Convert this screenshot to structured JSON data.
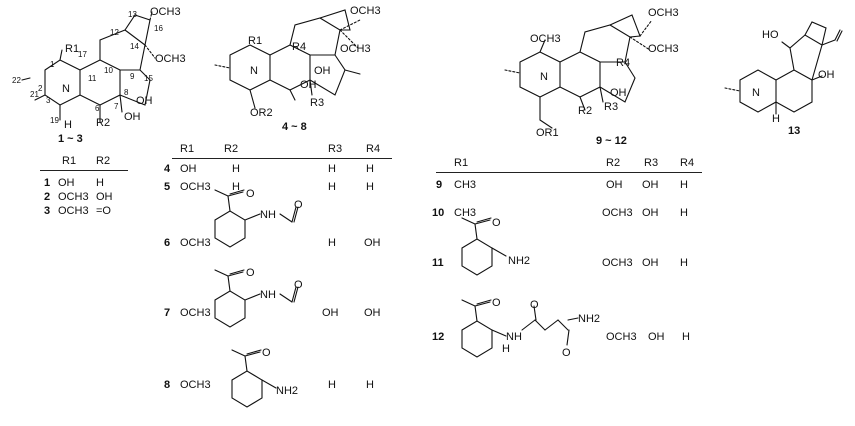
{
  "structures": [
    {
      "id": "s1",
      "label": "1 ~ 3",
      "atoms": {
        "r1": "R1",
        "n": "N",
        "methoxy_top": "OCH3",
        "methoxy_mid": "OCH3",
        "oh_a": "OH",
        "oh_b": "OH",
        "r2": "R2",
        "h": "H",
        "n1": "1",
        "n2": "2",
        "n3": "3",
        "n6": "6",
        "n7": "7",
        "n8": "8",
        "n9": "9",
        "n10": "10",
        "n11": "11",
        "n12": "12",
        "n13": "13",
        "n14": "14",
        "n15": "15",
        "n16": "16",
        "n17": "17",
        "n19": "19",
        "n21": "21",
        "n22": "22"
      }
    },
    {
      "id": "s2",
      "label": "4 ~ 8",
      "atoms": {
        "r1": "R1",
        "r4": "R4",
        "n": "N",
        "methoxy_top": "OCH3",
        "methoxy_mid": "OCH3",
        "oh_a": "OH",
        "oh_b": "OH",
        "or2": "OR2",
        "r3": "R3"
      }
    },
    {
      "id": "s3",
      "label": "9 ~ 12",
      "atoms": {
        "och3_left": "OCH3",
        "methoxy_top": "OCH3",
        "methoxy_mid": "OCH3",
        "n": "N",
        "r4": "R4",
        "oh": "OH",
        "r2": "R2",
        "r3": "R3",
        "or1": "OR1"
      }
    },
    {
      "id": "s4",
      "label": "13",
      "atoms": {
        "ho": "HO",
        "oh": "OH",
        "n": "N",
        "h": "H"
      }
    }
  ],
  "table1": {
    "headers": [
      "",
      "R1",
      "R2"
    ],
    "rows": [
      [
        "1",
        "OH",
        "H"
      ],
      [
        "2",
        "OCH3",
        "OH"
      ],
      [
        "3",
        "OCH3",
        "=O"
      ]
    ]
  },
  "table2": {
    "headers": [
      "",
      "R1",
      "R2",
      "R3",
      "R4"
    ],
    "rows": [
      [
        "4",
        "OH",
        "H",
        "H",
        "H"
      ],
      [
        "5",
        "OCH3",
        "H",
        "H",
        "H"
      ],
      [
        "6",
        "OCH3",
        "",
        "H",
        "OH"
      ],
      [
        "7",
        "OCH3",
        "",
        "OH",
        "OH"
      ],
      [
        "8",
        "OCH3",
        "",
        "H",
        "H"
      ]
    ],
    "fragments": {
      "nh": "NH",
      "nh2": "NH2",
      "o": "O"
    }
  },
  "table3": {
    "headers": [
      "",
      "R1",
      "R2",
      "R3",
      "R4"
    ],
    "rows": [
      [
        "9",
        "CH3",
        "OH",
        "OH",
        "H"
      ],
      [
        "10",
        "CH3",
        "OCH3",
        "OH",
        "H"
      ],
      [
        "11",
        "",
        "OCH3",
        "OH",
        "H"
      ],
      [
        "12",
        "",
        "OCH3",
        "OH",
        "H"
      ]
    ],
    "fragments": {
      "nh": "NH",
      "nh2": "NH2",
      "o": "O",
      "h": "H"
    }
  }
}
